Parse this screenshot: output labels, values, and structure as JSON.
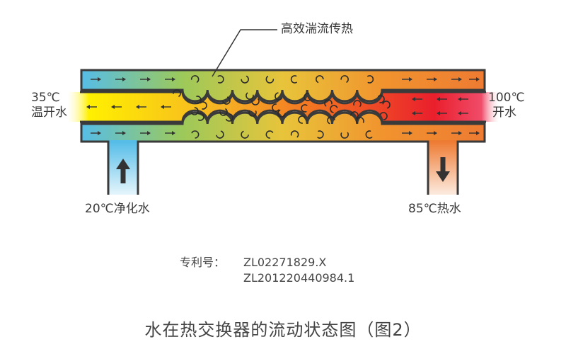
{
  "labels": {
    "callout": "高效湍流传热",
    "left_temp": "35℃",
    "left_name": "温开水",
    "right_temp": "100℃",
    "right_name": "开水",
    "inlet": "20℃净化水",
    "outlet": "85℃热水"
  },
  "patent": {
    "label": "专利号：",
    "numbers": [
      "ZL02271829.X",
      "ZL201220440984.1"
    ]
  },
  "caption": "水在热交换器的流动状态图（图2）",
  "colors": {
    "outer_pipe_start": "#4fb8e6",
    "outer_pipe_mid": "#e7d23a",
    "outer_pipe_end": "#ee7a2e",
    "inner_pipe_hot": "#e8182c",
    "inner_pipe_warm": "#f5a21e",
    "inner_pipe_cool": "#fff000",
    "outline": "#3a3a3a"
  },
  "icons": {
    "inlet_arrow": "arrow-up-icon",
    "outlet_arrow": "arrow-down-icon",
    "flow_arrows": "arrow-icon",
    "turbulence": "swirl-icon"
  }
}
